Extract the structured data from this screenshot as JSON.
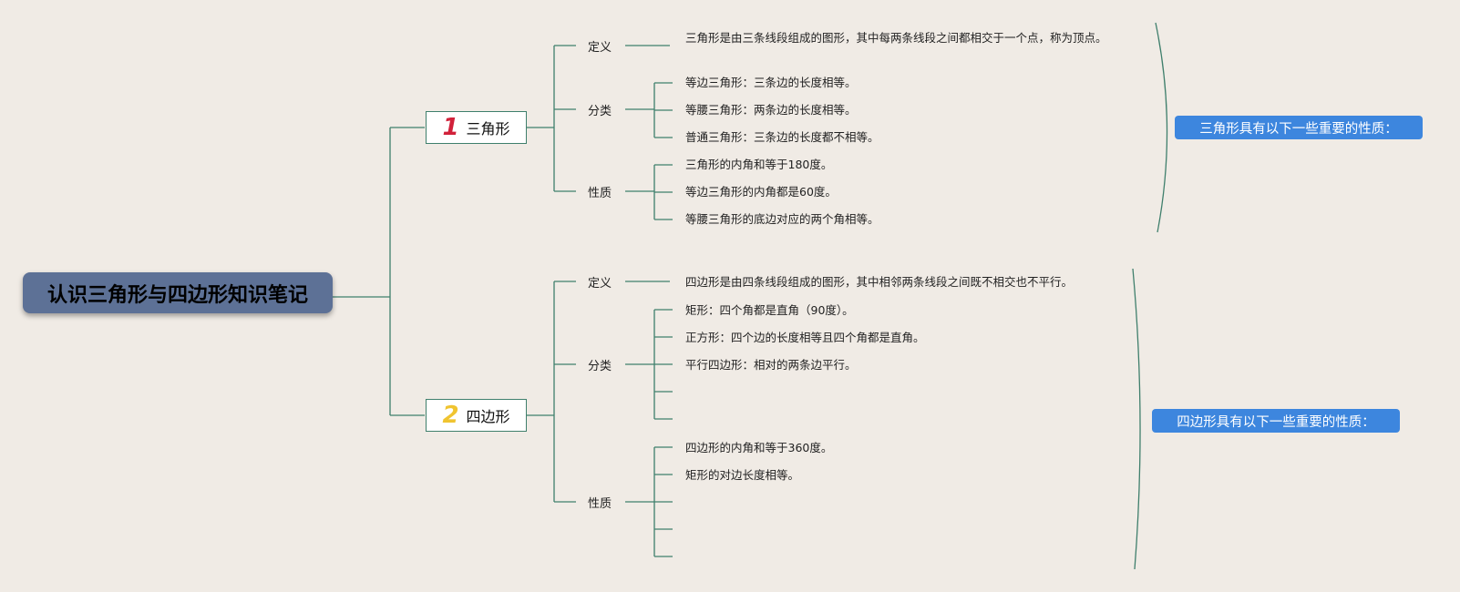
{
  "root": {
    "title": "认识三角形与四边形知识笔记"
  },
  "branches": [
    {
      "number": "1",
      "label": "三角形",
      "summary": "三角形具有以下一些重要的性质：",
      "categories": [
        {
          "label": "定义",
          "items": [
            "三角形是由三条线段组成的图形，其中每两条线段之间都相交于一个点，称为顶点。"
          ]
        },
        {
          "label": "分类",
          "items": [
            "等边三角形：三条边的长度相等。",
            "等腰三角形：两条边的长度相等。",
            "普通三角形：三条边的长度都不相等。"
          ]
        },
        {
          "label": "性质",
          "items": [
            "三角形的内角和等于180度。",
            "等边三角形的内角都是60度。",
            "等腰三角形的底边对应的两个角相等。"
          ]
        }
      ]
    },
    {
      "number": "2",
      "label": "四边形",
      "summary": "四边形具有以下一些重要的性质：",
      "categories": [
        {
          "label": "定义",
          "items": [
            "四边形是由四条线段组成的图形，其中相邻两条线段之间既不相交也不平行。"
          ]
        },
        {
          "label": "分类",
          "items": [
            "矩形：四个角都是直角（90度）。",
            "正方形：四个边的长度相等且四个角都是直角。",
            "平行四边形：相对的两条边平行。",
            "",
            ""
          ]
        },
        {
          "label": "性质",
          "items": [
            "四边形的内角和等于360度。",
            "矩形的对边长度相等。",
            "",
            "",
            ""
          ]
        }
      ]
    }
  ],
  "colors": {
    "line": "#3f7f6c",
    "root_bg": "#5d7196",
    "summary_bg": "#3d86de",
    "num1": "#d1213a",
    "num2": "#f0c430"
  }
}
